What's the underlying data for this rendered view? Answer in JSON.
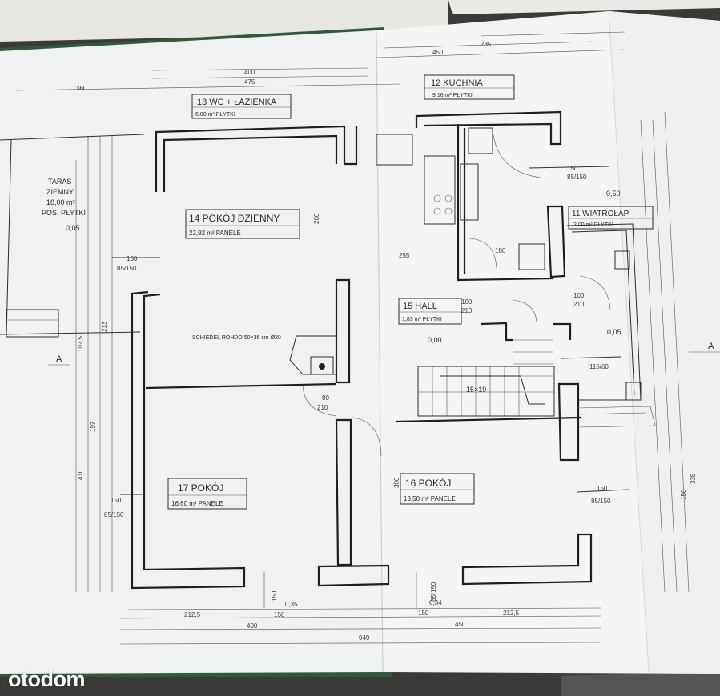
{
  "rooms": {
    "wc_bath": {
      "name": "13 WC + ŁAZIENKA",
      "area": "6,00 m² PŁYTKI"
    },
    "kitchen": {
      "name": "12 KUCHNIA",
      "area": "9,16 m² PŁYTKI"
    },
    "windbreak": {
      "name": "11 WIATROŁAP",
      "area": "2,00 m² PŁYTKI"
    },
    "living": {
      "name": "14 POKÓJ DZIENNY",
      "area": "22,92 m² PANELE"
    },
    "hall": {
      "name": "15 HALL",
      "area": "1,83 m² PŁYTKI"
    },
    "room17": {
      "name": "17 POKÓJ",
      "area": "16,60 m² PANELE"
    },
    "room16": {
      "name": "16 POKÓJ",
      "area": "13,50 m² PANELE"
    },
    "terrace": {
      "line1": "TARAS",
      "line2": "ZIEMNY",
      "line3": "18,00 m²",
      "line4": "POS. PŁYTKI"
    }
  },
  "annotations": {
    "chimney": "SCHIEDEL ROHDO 50×36 cm Ø20",
    "stairs": "15×19",
    "level_000": "0,00",
    "level_005_left": "0,05",
    "level_005_right": "0,05",
    "level_050": "0,50",
    "section_left": "A",
    "section_right": "A"
  },
  "dimensions": {
    "bottom_total": "949",
    "bottom_left": "400",
    "bottom_right": "450",
    "bottom_212a": "212,5",
    "bottom_212b": "212,5",
    "bottom_150a": "150",
    "bottom_150b": "150",
    "top_400": "400",
    "top_475": "475",
    "top_450": "450",
    "top_360": "360",
    "top_285": "285",
    "left_410": "410",
    "left_197": "197",
    "left_107": "107,5",
    "left_213": "213",
    "right_335": "335",
    "right_150": "150",
    "window_150_a": "150",
    "window_150_b": "150",
    "window_150_c": "150",
    "window_150_d": "150",
    "window_85_a": "85/150",
    "window_85_b": "85/150",
    "window_85_c": "85/150",
    "window_85_d": "85/150",
    "door_80": "80",
    "door_210": "210",
    "door_100": "100",
    "door_210b": "210",
    "door_115": "115/60",
    "living_280": "280",
    "kitchen_180": "180",
    "kitchen_255": "255",
    "hall_100": "100",
    "hall_210": "210",
    "room16_300": "300",
    "h_15150": "150",
    "h_85150": "85/150",
    "h_034": "0,34",
    "h_035": "0,35"
  },
  "watermark": "otodom",
  "colors": {
    "background": "#3a3a38",
    "paper_left": "#f0f1f3",
    "paper_right": "#f4f4f2",
    "binder_green": "#2f5a3a",
    "ink": "#1f1f1f"
  }
}
